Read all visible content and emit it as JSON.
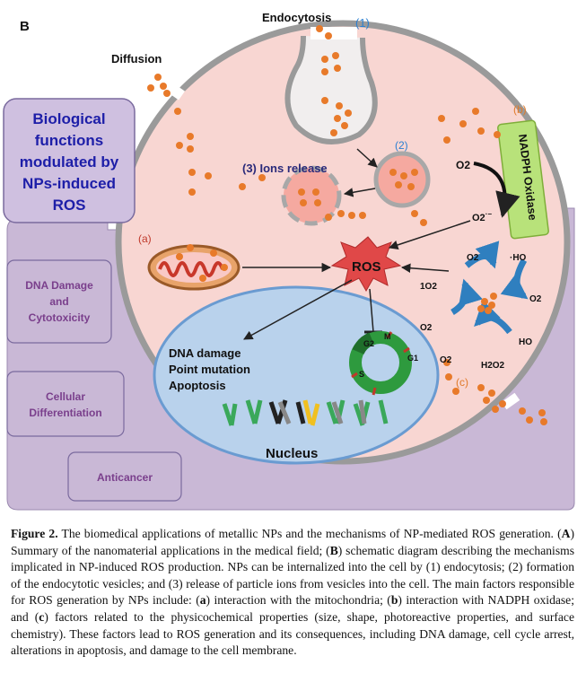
{
  "panel_letter": "B",
  "entry": {
    "endocytosis": "Endocytosis",
    "endocytosis_num": "(1)",
    "diffusion": "Diffusion",
    "vesicle_num": "(2)",
    "ions_release": "(3) Ions release"
  },
  "functions": {
    "title": [
      "Biological",
      "functions",
      "modulated by",
      "NPs-induced",
      "ROS"
    ],
    "items": [
      [
        "DNA Damage",
        "and",
        "Cytotoxicity"
      ],
      [
        "Cellular",
        "Differentiation"
      ],
      [
        "Anticancer"
      ]
    ]
  },
  "factors": {
    "a": "(a)",
    "b": "(b)",
    "c": "(c)",
    "nadph": "NADPH Oxidase"
  },
  "ros": {
    "center": "ROS",
    "o2_top": "O2",
    "o2_radical_top": "O2",
    "species": {
      "o2_a": "O2",
      "ho_a": "·HO",
      "singlet_o2": "1O2",
      "superoxide_r": "O2",
      "o2_b": "O2",
      "ho_b": "HO",
      "superoxide_b": "O2",
      "h2o2": "H2O2"
    }
  },
  "nucleus": {
    "effects": [
      "DNA damage",
      "Point mutation",
      "Apoptosis"
    ],
    "label": "Nucleus",
    "cycle": {
      "g2": "G2",
      "m": "M",
      "g1": "G1",
      "s": "S"
    }
  },
  "caption": {
    "label": "Figure 2.",
    "text_1": " The biomedical applications of metallic NPs and the mechanisms of NP-mediated ROS generation. (",
    "A": "A",
    "text_2": ") Summary of the nanomaterial applications in the medical field; (",
    "B": "B",
    "text_3": ") schematic diagram describing the mechanisms implicated in NP-induced ROS production.  NPs can be internalized into the cell by (1) endocytosis; (2) formation of the endocytotic vesicles; and (3) release of particle ions from vesicles into the cell.  The main factors responsible for ROS generation by NPs include: (",
    "a": "a",
    "text_4": ") interaction with the mitochondria; (",
    "b": "b",
    "text_5": ") interaction with NADPH oxidase; and (",
    "c": "c",
    "text_6": ") factors related to the physicochemical properties (size, shape, photoreactive properties, and surface chemistry). These factors lead to ROS generation and its consequences, including DNA damage, cell cycle arrest, alterations in apoptosis, and damage to the cell membrane."
  },
  "colors": {
    "panel_bg": "#c9b8d6",
    "cell_fill": "#f8d6d2",
    "membrane": "#9a9a9a",
    "nucleus_fill": "#b9d2ec",
    "np_orange": "#e87a2a",
    "ros_red": "#e04848",
    "title_blue": "#1d1ea8",
    "item_purple": "#7a3f8c",
    "nadph_green": "#b8e27a",
    "arrow_blue": "#2f7fbf"
  }
}
